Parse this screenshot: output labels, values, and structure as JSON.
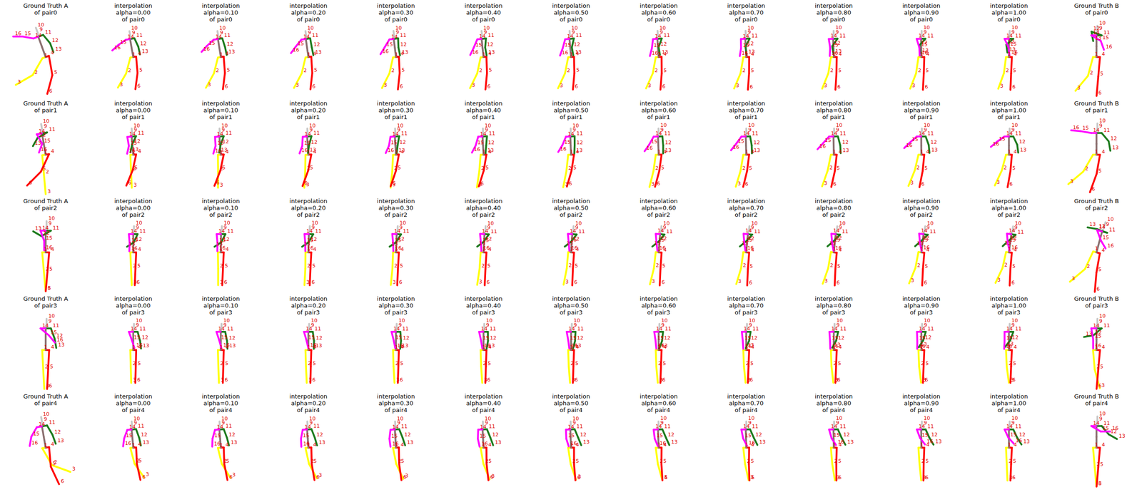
{
  "diagram": {
    "labels": [
      "Ground Truth A of pair0",
      "1",
      "2",
      "3",
      "4",
      "5",
      "6",
      "9",
      "10",
      "11",
      "12",
      "13",
      "14",
      "15",
      "16",
      "interpolation alpha=0.00 of pair0",
      "1",
      "2",
      "3",
      "4",
      "5",
      "6",
      "9",
      "10",
      "11",
      "12",
      "13",
      "14",
      "15",
      "16",
      "interpolation alpha=0.10 of pair0",
      "1",
      "2",
      "3",
      "4",
      "5",
      "6",
      "9",
      "10",
      "11",
      "12",
      "13",
      "14",
      "15",
      "16",
      "interpolation alpha=0.20 of pair0",
      "1",
      "2",
      "3",
      "4",
      "5",
      "6",
      "9",
      "10",
      "11",
      "12",
      "13",
      "14",
      "15",
      "16",
      "interpolation alpha=0.30 of pair0",
      "1",
      "2",
      "3",
      "4",
      "5",
      "6",
      "9",
      "10",
      "11",
      "12",
      "13",
      "14",
      "15",
      "16",
      "interpolation alpha=0.40 of pair0",
      "1",
      "2",
      "3",
      "4",
      "5",
      "6",
      "9",
      "10",
      "11",
      "12",
      "13",
      "14",
      "15",
      "16",
      "interpolation alpha=0.50 of pair0",
      "1",
      "2",
      "3",
      "4",
      "5",
      "6",
      "9",
      "10",
      "11",
      "12",
      "13",
      "14",
      "15",
      "16",
      "interpolation alpha=0.60 of pair0",
      "1",
      "2",
      "3",
      "4",
      "5",
      "6",
      "9",
      "10",
      "11",
      "12",
      "13",
      "14",
      "15",
      "16",
      "interpolation alpha=0.70 of pair0",
      "1",
      "2",
      "3",
      "4",
      "5",
      "6",
      "9",
      "10",
      "11",
      "12",
      "13",
      "14",
      "15",
      "16",
      "interpolation alpha=0.80 of pair0",
      "1",
      "2",
      "3",
      "4",
      "5",
      "6",
      "9",
      "10",
      "11",
      "12",
      "13",
      "14",
      "15",
      "16",
      "interpolation alpha=0.90 of pair0",
      "1",
      "2",
      "3",
      "4",
      "5",
      "6",
      "9",
      "10",
      "11",
      "12",
      "13",
      "14",
      "15",
      "16",
      "interpolation alpha=1.00 of pair0",
      "1",
      "2",
      "3",
      "4",
      "5",
      "6",
      "9",
      "10",
      "11",
      "12",
      "13",
      "14",
      "15",
      "16",
      "Ground Truth B of pair0",
      "1",
      "2",
      "3",
      "4",
      "5",
      "6",
      "9",
      "10",
      "11",
      "12",
      "13",
      "14",
      "15",
      "16",
      "Ground Truth A of pair1",
      "1",
      "2",
      "3",
      "4",
      "5",
      "6",
      "9",
      "10",
      "11",
      "12",
      "13",
      "14",
      "15",
      "16",
      "interpolation alpha=0.00 of pair1",
      "1",
      "2",
      "3",
      "4",
      "5",
      "6",
      "9",
      "10",
      "11",
      "12",
      "13",
      "14",
      "15",
      "16",
      "interpolation alpha=0.10 of pair1",
      "1",
      "2",
      "3",
      "4",
      "5",
      "6",
      "9",
      "10",
      "11",
      "12",
      "13",
      "14",
      "15",
      "16",
      "interpolation alpha=0.20 of pair1",
      "1",
      "2",
      "3",
      "4",
      "5",
      "6",
      "9",
      "10",
      "11",
      "12",
      "13",
      "14",
      "15",
      "16",
      "interpolation alpha=0.30 of pair1",
      "1",
      "2",
      "3",
      "4",
      "5",
      "6",
      "9",
      "10",
      "11",
      "12",
      "13",
      "14",
      "15",
      "16",
      "interpolation alpha=0.40 of pair1",
      "1",
      "2",
      "3",
      "4",
      "5",
      "6",
      "9",
      "10",
      "11",
      "12",
      "13",
      "14",
      "15",
      "16",
      "interpolation alpha=0.50 of pair1",
      "1",
      "2",
      "3",
      "4",
      "5",
      "6",
      "9",
      "10",
      "11",
      "12",
      "13",
      "14",
      "15",
      "16",
      "interpolation alpha=0.60 of pair1",
      "1",
      "2",
      "3",
      "4",
      "5",
      "6",
      "9",
      "10",
      "11",
      "12",
      "13",
      "14",
      "15",
      "16",
      "interpolation alpha=0.70 of pair1",
      "1",
      "2",
      "3",
      "4",
      "5",
      "6",
      "9",
      "10",
      "11",
      "12",
      "13",
      "14",
      "15",
      "16",
      "interpolation alpha=0.80 of pair1",
      "1",
      "2",
      "3",
      "4",
      "5",
      "6",
      "9",
      "10",
      "11",
      "12",
      "13",
      "14",
      "15",
      "16",
      "interpolation alpha=0.90 of pair1",
      "1",
      "2",
      "3",
      "4",
      "5",
      "6",
      "9",
      "10",
      "11",
      "12",
      "13",
      "14",
      "15",
      "16",
      "interpolation alpha=1.00 of pair1",
      "1",
      "2",
      "3",
      "4",
      "5",
      "6",
      "9",
      "10",
      "11",
      "12",
      "13",
      "14",
      "15",
      "16",
      "Ground Truth B of pair1",
      "1",
      "2",
      "3",
      "4",
      "5",
      "6",
      "9",
      "10",
      "11",
      "12",
      "13",
      "14",
      "15",
      "16",
      "Ground Truth A of pair2",
      "1",
      "2",
      "3",
      "4",
      "5",
      "6",
      "9",
      "10",
      "11",
      "12",
      "13",
      "14",
      "15",
      "16",
      "interpolation alpha=0.00 of pair2",
      "1",
      "2",
      "3",
      "4",
      "5",
      "6",
      "9",
      "10",
      "11",
      "12",
      "13",
      "14",
      "15",
      "16",
      "interpolation alpha=0.10 of pair2",
      "1",
      "2",
      "3",
      "4",
      "5",
      "6",
      "9",
      "10",
      "11",
      "12",
      "13",
      "14",
      "15",
      "16",
      "interpolation alpha=0.20 of pair2",
      "1",
      "2",
      "3",
      "4",
      "5",
      "6",
      "9",
      "10",
      "11",
      "12",
      "13",
      "14",
      "15",
      "16",
      "interpolation alpha=0.30 of pair2",
      "1",
      "2",
      "3",
      "4",
      "5",
      "6",
      "9",
      "10",
      "11",
      "12",
      "13",
      "14",
      "15",
      "16",
      "interpolation alpha=0.40 of pair2",
      "1",
      "2",
      "3",
      "4",
      "5",
      "6",
      "9",
      "10",
      "11",
      "12",
      "13",
      "14",
      "15",
      "16",
      "interpolation alpha=0.50 of pair2",
      "1",
      "2",
      "3",
      "4",
      "5",
      "6",
      "9",
      "10",
      "11",
      "12",
      "13",
      "14",
      "15",
      "16",
      "interpolation alpha=0.60 of pair2",
      "1",
      "2",
      "3",
      "4",
      "5",
      "6",
      "9",
      "10",
      "11",
      "12",
      "13",
      "14",
      "15",
      "16",
      "interpolation alpha=0.70 of pair2",
      "1",
      "2",
      "3",
      "4",
      "5",
      "6",
      "9",
      "10",
      "11",
      "12",
      "13",
      "14",
      "15",
      "16",
      "interpolation alpha=0.80 of pair2",
      "1",
      "2",
      "3",
      "4",
      "5",
      "6",
      "9",
      "10",
      "11",
      "12",
      "13",
      "14",
      "15",
      "16",
      "interpolation alpha=0.90 of pair2",
      "1",
      "2",
      "3",
      "4",
      "5",
      "6",
      "9",
      "10",
      "11",
      "12",
      "13",
      "14",
      "15",
      "16",
      "interpolation alpha=1.00 of pair2",
      "1",
      "2",
      "3",
      "4",
      "5",
      "6",
      "9",
      "10",
      "11",
      "12",
      "13",
      "14",
      "15",
      "16",
      "Ground Truth B of pair2",
      "1",
      "2",
      "3",
      "4",
      "5",
      "6",
      "9",
      "10",
      "11",
      "12",
      "13",
      "14",
      "15",
      "16",
      "Ground Truth A of pair3",
      "1",
      "2",
      "3",
      "4",
      "5",
      "6",
      "9",
      "10",
      "11",
      "12",
      "13",
      "14",
      "15",
      "16",
      "interpolation alpha=0.00 of pair3",
      "1",
      "2",
      "3",
      "4",
      "5",
      "6",
      "9",
      "10",
      "11",
      "12",
      "13",
      "14",
      "15",
      "16",
      "interpolation alpha=0.10 of pair3",
      "1",
      "2",
      "3",
      "4",
      "5",
      "6",
      "9",
      "10",
      "11",
      "12",
      "13",
      "14",
      "15",
      "16",
      "interpolation alpha=0.20 of pair3",
      "1",
      "2",
      "3",
      "4",
      "5",
      "6",
      "9",
      "10",
      "11",
      "12",
      "13",
      "14",
      "15",
      "16",
      "interpolation alpha=0.30 of pair3",
      "1",
      "2",
      "3",
      "4",
      "5",
      "6",
      "9",
      "10",
      "11",
      "12",
      "13",
      "14",
      "15",
      "16",
      "interpolation alpha=0.40 of pair3",
      "1",
      "2",
      "3",
      "4",
      "5",
      "6",
      "9",
      "10",
      "11",
      "12",
      "13",
      "14",
      "15",
      "16",
      "interpolation alpha=0.50 of pair3",
      "1",
      "2",
      "3",
      "4",
      "5",
      "6",
      "9",
      "10",
      "11",
      "12",
      "13",
      "14",
      "15",
      "16",
      "interpolation alpha=0.60 of pair3",
      "1",
      "2",
      "3",
      "4",
      "5",
      "6",
      "9",
      "10",
      "11",
      "12",
      "13",
      "14",
      "15",
      "16",
      "interpolation alpha=0.70 of pair3",
      "1",
      "2",
      "3",
      "4",
      "5",
      "6",
      "9",
      "10",
      "11",
      "12",
      "13",
      "14",
      "15",
      "16",
      "interpolation alpha=0.80 of pair3",
      "1",
      "2",
      "3",
      "4",
      "5",
      "6",
      "9",
      "10",
      "11",
      "12",
      "13",
      "14",
      "15",
      "16",
      "interpolation alpha=0.90 of pair3",
      "1",
      "2",
      "3",
      "4",
      "5",
      "6",
      "9",
      "10",
      "11",
      "12",
      "13",
      "14",
      "15",
      "16",
      "interpolation alpha=1.00 of pair3",
      "1",
      "2",
      "3",
      "4",
      "5",
      "6",
      "9",
      "10",
      "11",
      "12",
      "13",
      "14",
      "15",
      "16",
      "Ground Truth B of pair3",
      "1",
      "2",
      "3",
      "4",
      "5",
      "6",
      "9",
      "10",
      "11",
      "12",
      "13",
      "14",
      "15",
      "16",
      "Ground Truth A of pair4",
      "1",
      "2",
      "3",
      "4",
      "5",
      "6",
      "9",
      "10",
      "11",
      "12",
      "13",
      "14",
      "15",
      "16",
      "interpolation alpha=0.00 of pair4",
      "1",
      "2",
      "3",
      "4",
      "5",
      "6",
      "9",
      "10",
      "11",
      "12",
      "13",
      "14",
      "15",
      "16",
      "interpolation alpha=0.10 of pair4",
      "1",
      "2",
      "3",
      "4",
      "5",
      "6",
      "9",
      "10",
      "11",
      "12",
      "13",
      "14",
      "15",
      "16",
      "interpolation alpha=0.20 of pair4",
      "1",
      "2",
      "3",
      "4",
      "5",
      "6",
      "9",
      "10",
      "11",
      "12",
      "13",
      "14",
      "15",
      "16",
      "interpolation alpha=0.30 of pair4",
      "1",
      "2",
      "3",
      "4",
      "5",
      "6",
      "9",
      "10",
      "11",
      "12",
      "13",
      "14",
      "15",
      "16",
      "interpolation alpha=0.40 of pair4",
      "1",
      "2",
      "3",
      "4",
      "5",
      "6",
      "9",
      "10",
      "11",
      "12",
      "13",
      "14",
      "15",
      "16",
      "interpolation alpha=0.50 of pair4",
      "1",
      "2",
      "3",
      "4",
      "5",
      "6",
      "9",
      "10",
      "11",
      "12",
      "13",
      "14",
      "15",
      "16",
      "interpolation alpha=0.60 of pair4",
      "1",
      "2",
      "3",
      "4",
      "5",
      "6",
      "9",
      "10",
      "11",
      "12",
      "13",
      "14",
      "15",
      "16",
      "interpolation alpha=0.70 of pair4",
      "1",
      "2",
      "3",
      "4",
      "5",
      "6",
      "9",
      "10",
      "11",
      "12",
      "13",
      "14",
      "15",
      "16",
      "interpolation alpha=0.80 of pair4",
      "1",
      "2",
      "3",
      "4",
      "5",
      "6",
      "9",
      "10",
      "11",
      "12",
      "13",
      "14",
      "15",
      "16",
      "interpolation alpha=0.90 of pair4",
      "1",
      "2",
      "3",
      "4",
      "5",
      "6",
      "9",
      "10",
      "11",
      "12",
      "13",
      "14",
      "15",
      "16",
      "interpolation alpha=1.00 of pair4",
      "1",
      "2",
      "3",
      "4",
      "5",
      "6",
      "9",
      "10",
      "11",
      "12",
      "13",
      "14",
      "15",
      "16",
      "Ground Truth B of pair4",
      "1",
      "2",
      "3",
      "4",
      "5",
      "6",
      "9",
      "10",
      "11",
      "12",
      "13",
      "14",
      "15",
      "16"
    ]
  }
}
